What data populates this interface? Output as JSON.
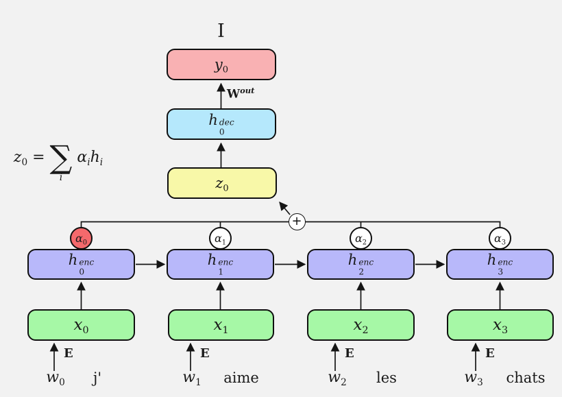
{
  "title": "I",
  "formula": {
    "lhs": "z",
    "lhs_sub": "0",
    "equals": "=",
    "sum": "∑",
    "sum_sub": "i",
    "alpha": "α",
    "alpha_sub": "i",
    "h": "h",
    "h_sub": "i"
  },
  "wout": {
    "base": "W",
    "sup": "out"
  },
  "plus_node": "+",
  "output_box": {
    "base": "y",
    "sub": "0"
  },
  "decoder_box": {
    "base": "h",
    "sub": "0",
    "sup": "dec"
  },
  "context_box": {
    "base": "z",
    "sub": "0"
  },
  "attention": [
    {
      "base": "α",
      "sub": "0"
    },
    {
      "base": "α",
      "sub": "1"
    },
    {
      "base": "α",
      "sub": "2"
    },
    {
      "base": "α",
      "sub": "3"
    }
  ],
  "encoders": [
    {
      "base": "h",
      "sub": "0",
      "sup": "enc"
    },
    {
      "base": "h",
      "sub": "1",
      "sup": "enc"
    },
    {
      "base": "h",
      "sub": "2",
      "sup": "enc"
    },
    {
      "base": "h",
      "sub": "3",
      "sup": "enc"
    }
  ],
  "embeddings": [
    {
      "base": "x",
      "sub": "0"
    },
    {
      "base": "x",
      "sub": "1"
    },
    {
      "base": "x",
      "sub": "2"
    },
    {
      "base": "x",
      "sub": "3"
    }
  ],
  "embedding_matrix_labels": [
    "E",
    "E",
    "E",
    "E"
  ],
  "tokens": [
    {
      "base": "w",
      "sub": "0",
      "word": "j'"
    },
    {
      "base": "w",
      "sub": "1",
      "word": "aime"
    },
    {
      "base": "w",
      "sub": "2",
      "word": "les"
    },
    {
      "base": "w",
      "sub": "3",
      "word": "chats"
    }
  ],
  "colors": {
    "background": "#f2f2f2",
    "output": "#f9b1b3",
    "decoder": "#b5e8fc",
    "context": "#f8f8a8",
    "encoder": "#b8b8fa",
    "embedding": "#a6f8a6",
    "attention_active": "#f4696c",
    "attention_inactive": "#ffffff",
    "stroke": "#151515"
  }
}
